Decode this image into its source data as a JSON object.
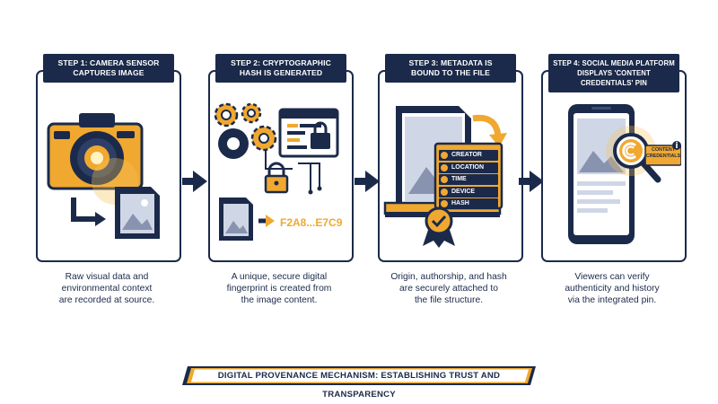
{
  "steps": [
    {
      "title_lines": [
        "STEP 1: CAMERA SENSOR",
        "CAPTURES IMAGE"
      ],
      "desc_lines": [
        "Raw visual data and",
        "environmental context",
        "are recorded at source."
      ]
    },
    {
      "title_lines": [
        "STEP 2: CRYPTOGRAPHIC",
        "HASH IS GENERATED"
      ],
      "desc_lines": [
        "A unique, secure digital",
        "fingerprint is created from",
        "the image content."
      ],
      "hash_text": "F2A8...E7C9"
    },
    {
      "title_lines": [
        "STEP 3: METADATA IS",
        "BOUND TO THE FILE"
      ],
      "desc_lines": [
        "Origin, authorship, and hash",
        "are securely attached to",
        "the file structure."
      ],
      "metadata_fields": [
        "CREATOR",
        "LOCATION",
        "TIME",
        "DEVICE",
        "HASH"
      ]
    },
    {
      "title_lines": [
        "STEP 4: SOCIAL MEDIA PLATFORM",
        "DISPLAYS 'CONTENT CREDENTIALS' PIN"
      ],
      "desc_lines": [
        "Viewers can verify",
        "authenticity and history",
        "via the integrated pin."
      ],
      "pin_label_lines": [
        "CONTENT",
        "CREDENTIALS"
      ]
    }
  ],
  "banner": {
    "text": "DIGITAL PROVENANCE MECHANISM: ESTABLISHING TRUST AND TRANSPARENCY"
  },
  "colors": {
    "navy": "#1b2a4a",
    "gold": "#f0a830",
    "light": "#cfd6e6"
  },
  "icons": [
    "camera-icon",
    "image-file-icon",
    "gear-icon",
    "padlock-icon",
    "code-window-icon",
    "document-icon",
    "award-ribbon-icon",
    "smartphone-icon",
    "magnifier-icon",
    "content-credentials-pin-icon",
    "info-icon",
    "arrow-right-icon"
  ]
}
